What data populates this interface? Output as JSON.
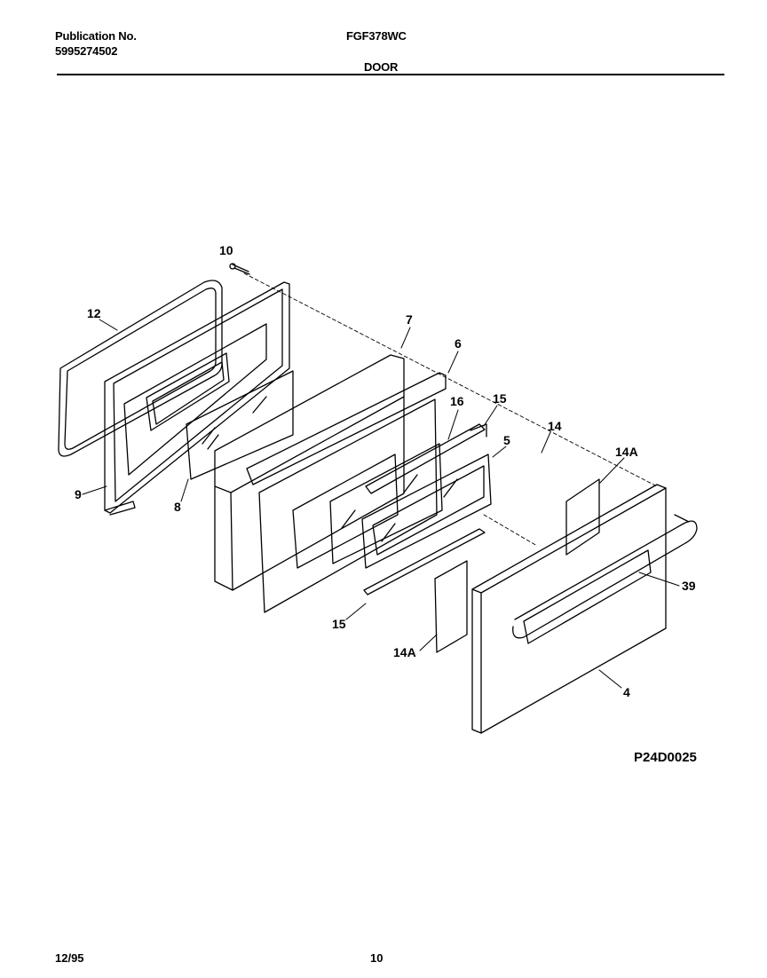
{
  "header": {
    "publication_label": "Publication No.",
    "publication_number": "5995274502",
    "model": "FGF378WC",
    "section": "DOOR"
  },
  "diagram": {
    "part_code": "P24D0025",
    "callouts": [
      "10",
      "12",
      "7",
      "6",
      "16",
      "15",
      "14",
      "5",
      "14A",
      "9",
      "8",
      "39",
      "15",
      "14A",
      "4"
    ]
  },
  "footer": {
    "date": "12/95",
    "page": "10"
  }
}
